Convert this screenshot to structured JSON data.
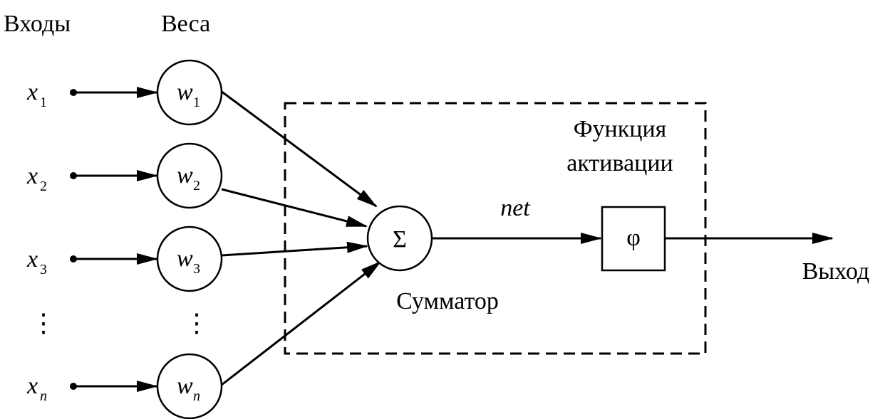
{
  "labels": {
    "inputs_header": "Входы",
    "weights_header": "Веса",
    "activation_line1": "Функция",
    "activation_line2": "активации",
    "net": "net",
    "summator_symbol": "Σ",
    "summator_label": "Сумматор",
    "activation_symbol": "φ",
    "output": "Выход",
    "ellipsis": "⋮"
  },
  "inputs": [
    {
      "var": "x",
      "sub": "1"
    },
    {
      "var": "x",
      "sub": "2"
    },
    {
      "var": "x",
      "sub": "3"
    },
    {
      "var": "x",
      "sub": "n"
    }
  ],
  "weights": [
    {
      "var": "w",
      "sub": "1"
    },
    {
      "var": "w",
      "sub": "2"
    },
    {
      "var": "w",
      "sub": "3"
    },
    {
      "var": "w",
      "sub": "n"
    }
  ]
}
